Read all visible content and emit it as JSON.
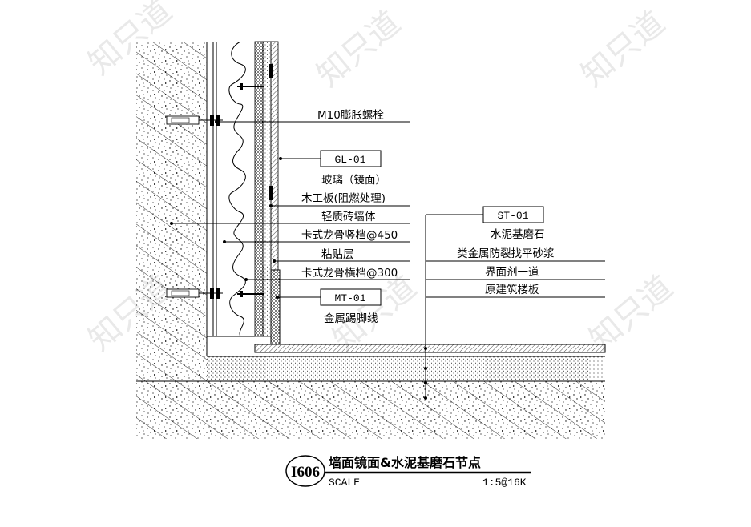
{
  "labels": {
    "bolt": "M10膨胀螺栓",
    "glass_tag": "GL-01",
    "glass": "玻璃（镜面）",
    "wood": "木工板(阻燃处理)",
    "brick": "轻质砖墙体",
    "keel_v": "卡式龙骨竖档@450",
    "adhesive": "粘贴层",
    "keel_h": "卡式龙骨横档@300",
    "metal_tag": "MT-01",
    "metal": "金属踢脚线",
    "stone_tag": "ST-01",
    "stone": "水泥基磨石",
    "mortar": "类金属防裂找平砂浆",
    "interface": "界面剂一道",
    "slab": "原建筑楼板"
  },
  "title_block": {
    "code": "I606",
    "title": "墙面镜面&水泥基磨石节点",
    "scale_label": "SCALE",
    "scale_value": "1:5@16K"
  },
  "watermark": "知只道",
  "colors": {
    "ink": "#000000",
    "paper": "#ffffff",
    "watermark": "#d8d8d8"
  }
}
